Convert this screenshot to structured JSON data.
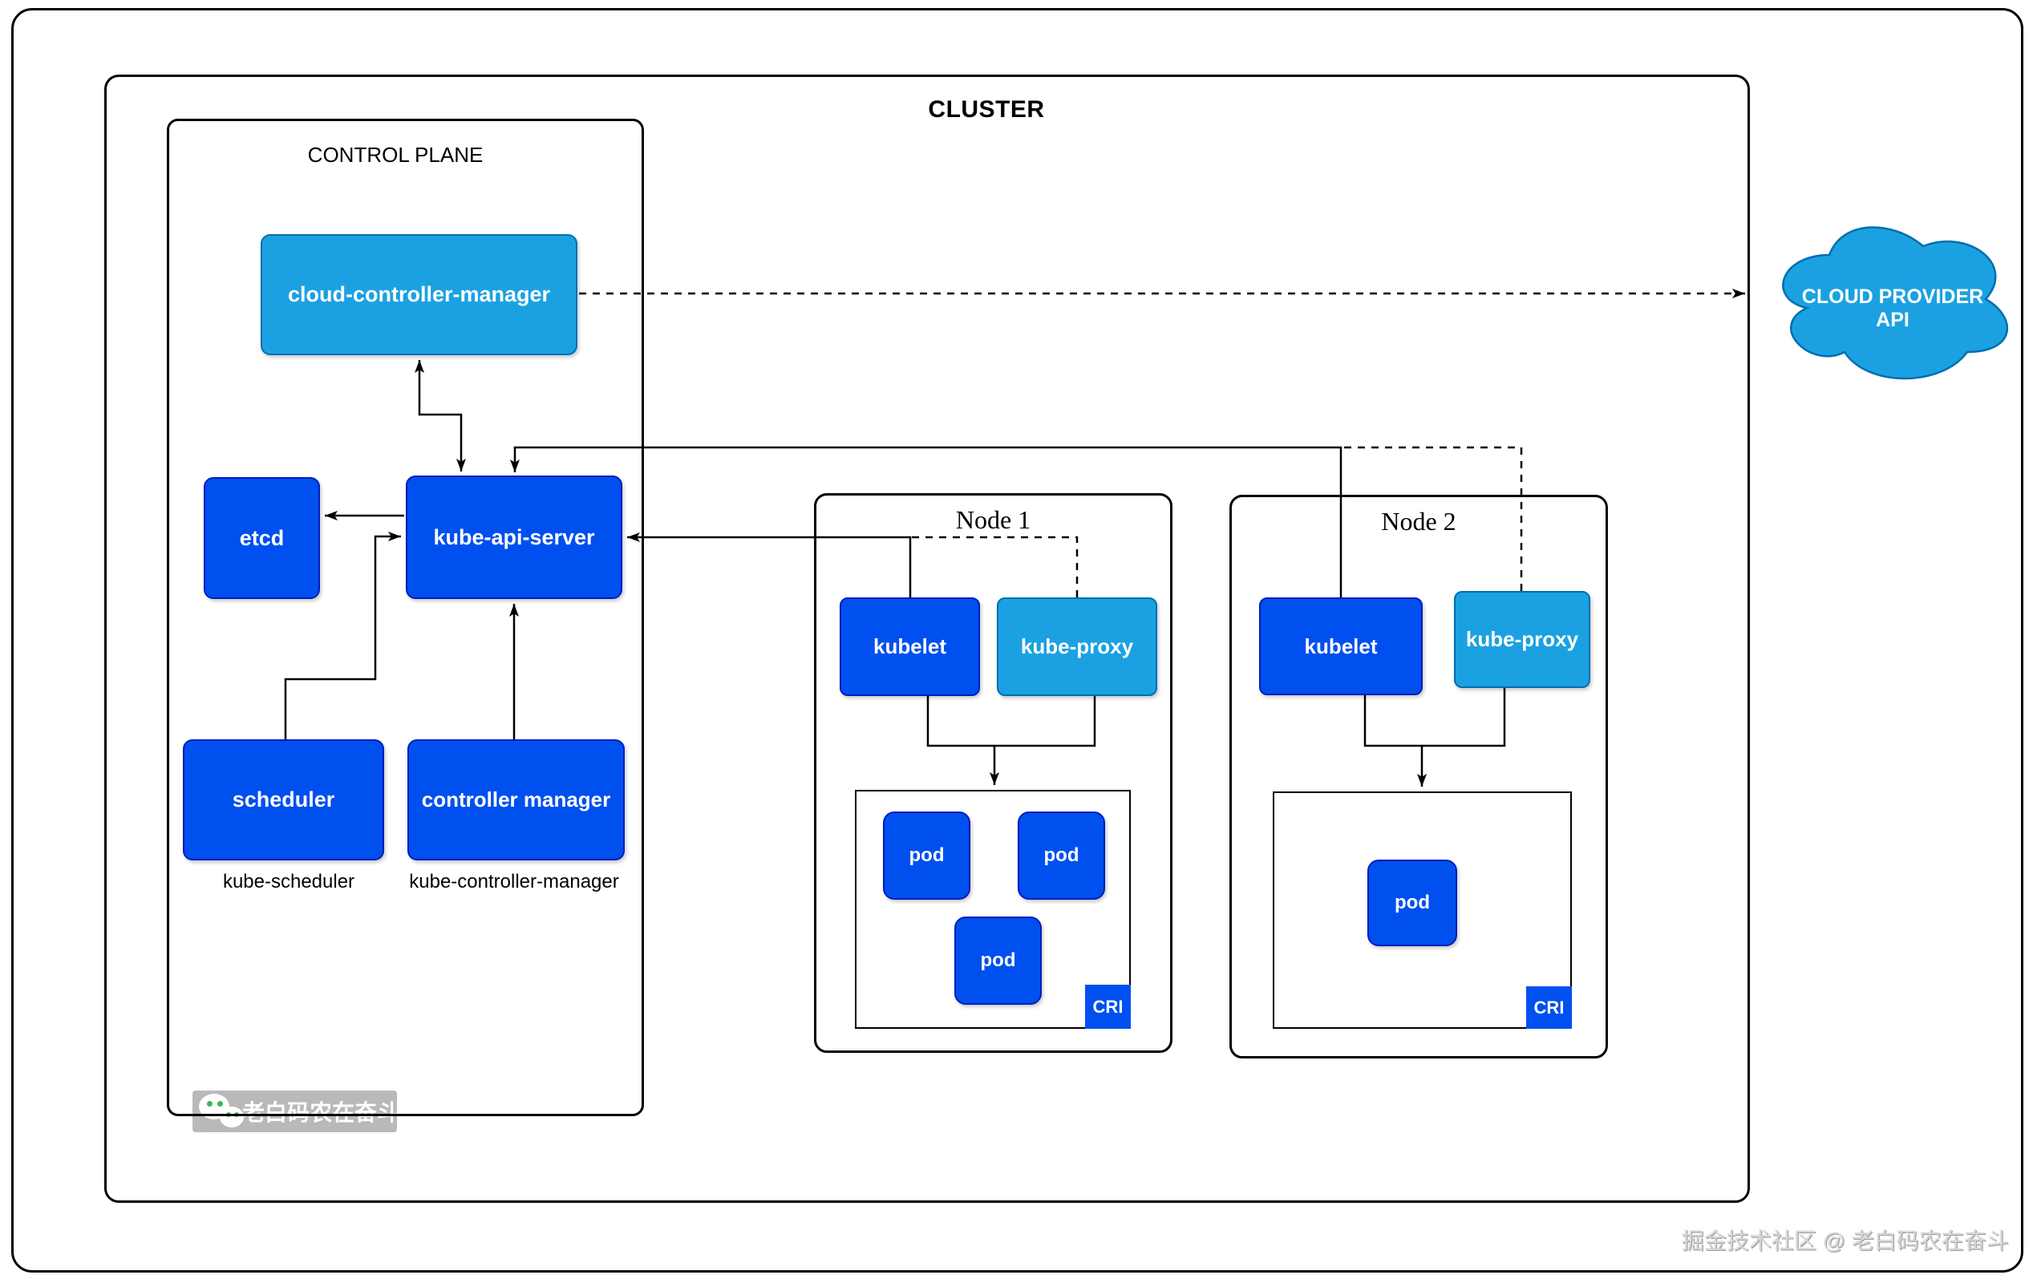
{
  "palette": {
    "outline_black": "#000000",
    "dark_blue_fill": "#0050ef",
    "dark_blue_stroke": "#001dbc",
    "light_blue_fill": "#1ba1e2",
    "light_blue_stroke": "#006eaf",
    "watermark_gray": "#b0b0b0",
    "wechat_green": "#22ac38",
    "credit_gray": "#d6d6d6"
  },
  "cluster_label": "CLUSTER",
  "control_plane": {
    "label": "CONTROL PLANE",
    "cloud_controller_manager": "cloud-controller-manager",
    "etcd": "etcd",
    "kube_api_server": "kube-api-server",
    "scheduler": "scheduler",
    "scheduler_caption": "kube-scheduler",
    "controller_manager": "controller manager",
    "controller_manager_caption": "kube-controller-manager"
  },
  "nodes": [
    {
      "title": "Node 1",
      "kubelet": "kubelet",
      "kube_proxy": "kube-proxy",
      "pods": [
        "pod",
        "pod",
        "pod"
      ],
      "cri_label": "CRI"
    },
    {
      "title": "Node 2",
      "kubelet": "kubelet",
      "kube_proxy": "kube-proxy",
      "pods": [
        "pod"
      ],
      "cri_label": "CRI"
    }
  ],
  "cloud_provider_api_label": "CLOUD PROVIDER API",
  "watermark_text": "老白码农在奋斗",
  "footer_credit": "掘金技术社区 @ 老白码农在奋斗"
}
